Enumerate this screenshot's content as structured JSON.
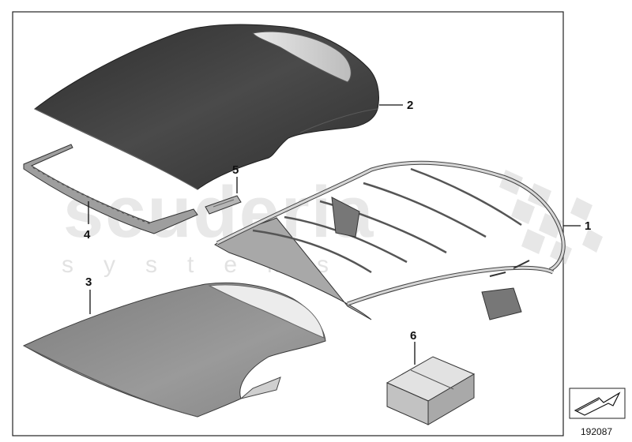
{
  "watermark": {
    "brand": "scuderia",
    "tagline": "systems"
  },
  "parts": [
    {
      "number": "1",
      "name": "frame-icon"
    },
    {
      "number": "2",
      "name": "soft-top-cover-icon"
    },
    {
      "number": "3",
      "name": "headliner-icon"
    },
    {
      "number": "4",
      "name": "trim-strip-icon"
    },
    {
      "number": "5",
      "name": "small-bracket-icon"
    },
    {
      "number": "6",
      "name": "parts-box-icon"
    }
  ],
  "diagram_id": "192087",
  "colors": {
    "cover_dark": "#3a3a3a",
    "headliner_gray": "#8c8c8c",
    "frame_light": "#bdbdbd",
    "box_gray": "#c9c9c9",
    "border": "#222222"
  }
}
